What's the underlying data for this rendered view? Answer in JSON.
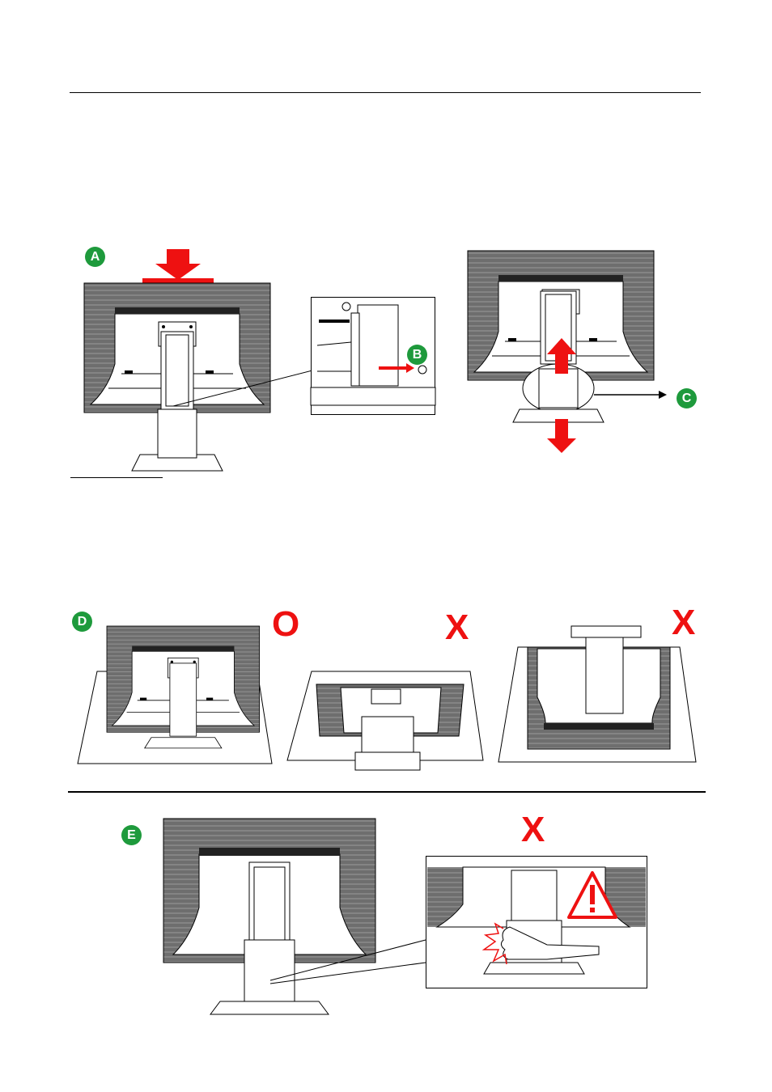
{
  "colors": {
    "badge_green": "#1e9a3c",
    "arrow_red": "#ee1111",
    "bezel_gray": "#777777",
    "line_black": "#000000"
  },
  "steps": {
    "a": {
      "label": "A"
    },
    "b": {
      "label": "B"
    },
    "c": {
      "label": "C"
    },
    "d": {
      "label": "D"
    },
    "e": {
      "label": "E"
    }
  },
  "marks": {
    "correct": "O",
    "wrong_1": "X",
    "wrong_2": "X",
    "wrong_3": "X"
  },
  "icons": [
    "down-arrow-icon",
    "up-arrow-icon",
    "right-arrow-icon",
    "warning-triangle-icon",
    "pinch-burst-icon"
  ]
}
